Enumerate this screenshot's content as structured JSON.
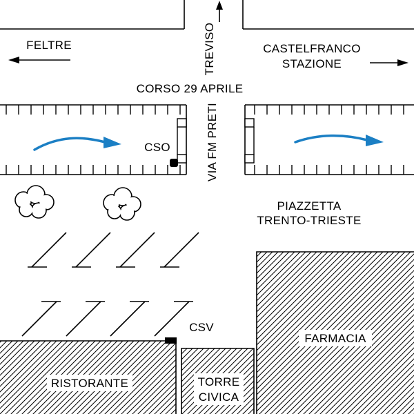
{
  "map": {
    "directions": {
      "treviso": "TREVISO",
      "feltre": "FELTRE",
      "castelfranco": "CASTELFRANCO",
      "stazione": "STAZIONE"
    },
    "streets": {
      "corso": "CORSO 29 APRILE",
      "via": "VIA FM PRETI"
    },
    "places": {
      "piazzetta_line1": "PIAZZETTA",
      "piazzetta_line2": "TRENTO-TRIESTE",
      "ristorante": "RISTORANTE",
      "torre_line1": "TORRE",
      "torre_line2": "CIVICA",
      "farmacia": "FARMACIA"
    },
    "markers": {
      "cso": "CSO",
      "csv": "CSV"
    },
    "colors": {
      "arrow": "#1b7fc4",
      "ink": "#000000",
      "background": "#ffffff"
    }
  }
}
